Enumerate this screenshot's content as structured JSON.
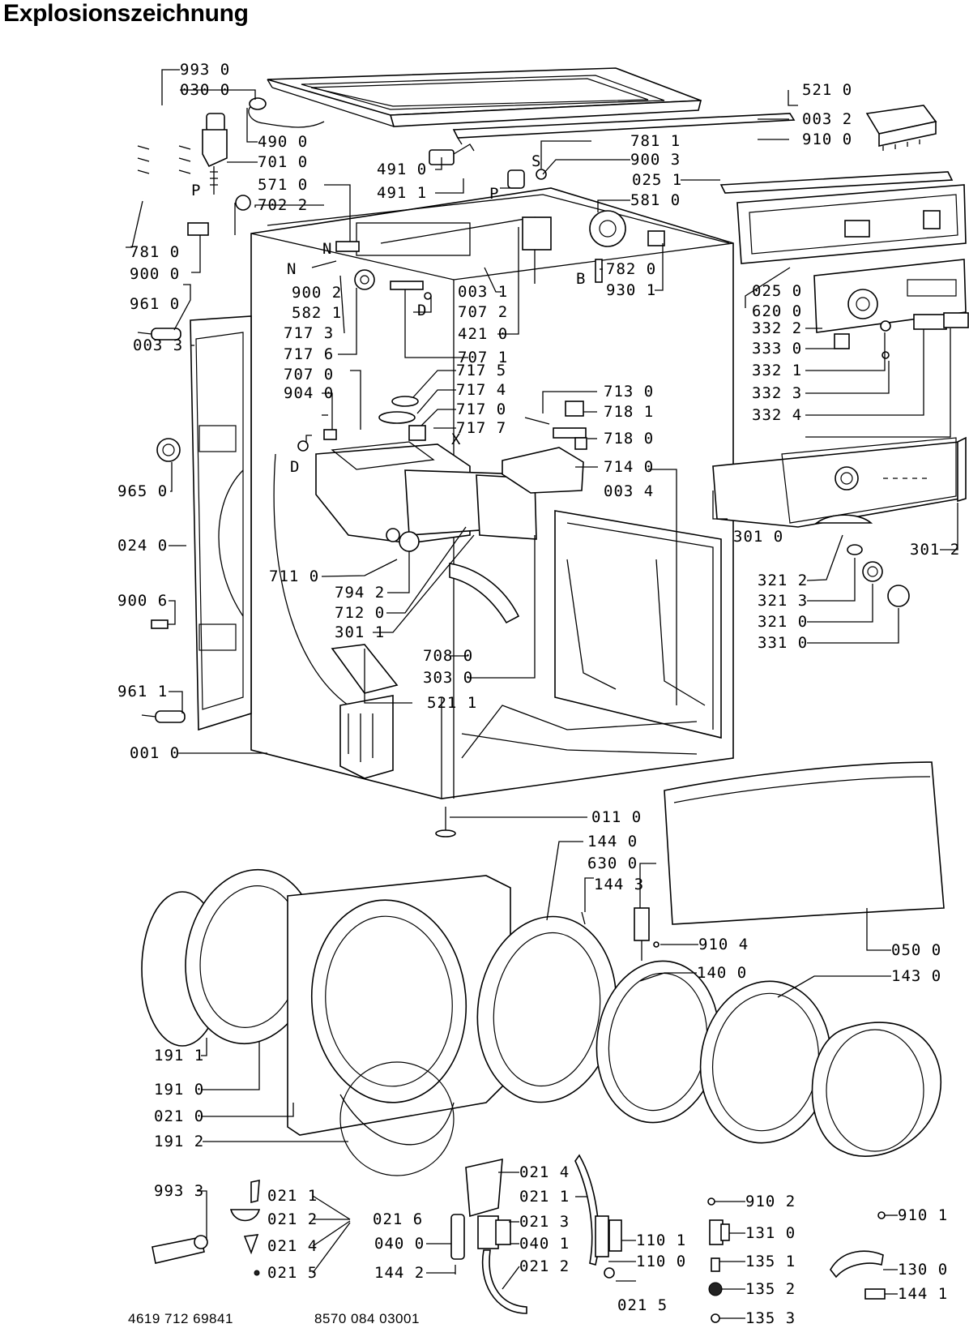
{
  "title": "Explosionszeichnung",
  "letters": {
    "P1": "P",
    "P2": "P",
    "S": "S",
    "N1": "N",
    "N2": "N",
    "D1": "D",
    "D2": "D",
    "B": "B",
    "X": "X"
  },
  "labels": {
    "l993_0": "993 0",
    "l030_0": "030 0",
    "l490_0": "490 0",
    "l701_0": "701 0",
    "l571_0": "571 0",
    "l702_2": "702 2",
    "l781_0": "781 0",
    "l900_0": "900 0",
    "l961_0": "961 0",
    "l003_3": "003 3",
    "l965_0": "965 0",
    "l024_0": "024 0",
    "l900_6": "900 6",
    "l961_1": "961 1",
    "l001_0": "001 0",
    "l491_0": "491 0",
    "l491_1": "491 1",
    "l781_1": "781 1",
    "l900_3": "900 3",
    "l581_0": "581 0",
    "l521_0": "521 0",
    "l003_2": "003 2",
    "l910_0": "910 0",
    "l025_1": "025 1",
    "l025_0": "025 0",
    "l620_0": "620 0",
    "l332_2": "332 2",
    "l333_0": "333 0",
    "l332_1": "332 1",
    "l332_3": "332 3",
    "l332_4": "332 4",
    "l782_0": "782 0",
    "l930_1": "930 1",
    "l003_1": "003 1",
    "l707_2": "707 2",
    "l421_0": "421 0",
    "l707_1": "707 1",
    "l900_2": "900 2",
    "l582_1": "582 1",
    "l717_3": "717 3",
    "l717_6": "717 6",
    "l707_0": "707 0",
    "l904_0": "904 0",
    "l717_5": "717 5",
    "l717_4": "717 4",
    "l717_0": "717 0",
    "l717_7": "717 7",
    "l713_0": "713 0",
    "l718_1": "718 1",
    "l718_0": "718 0",
    "l714_0": "714 0",
    "l003_4": "003 4",
    "l711_0": "711 0",
    "l794_2": "794 2",
    "l712_0": "712 0",
    "l301_1": "301 1",
    "l708_0": "708 0",
    "l303_0": "303 0",
    "l521_1": "521 1",
    "l301_0": "301 0",
    "l301_2": "301 2",
    "l321_2": "321 2",
    "l321_3": "321 3",
    "l321_0": "321 0",
    "l331_0": "331 0",
    "l011_0": "011 0",
    "l144_0": "144 0",
    "l630_0": "630 0",
    "l144_3": "144 3",
    "l910_4": "910 4",
    "l050_0": "050 0",
    "l140_0": "140 0",
    "l143_0": "143 0",
    "l191_1": "191 1",
    "l191_0": "191 0",
    "l021_0": "021 0",
    "l191_2": "191 2",
    "l993_3": "993 3",
    "l021_1a": "021 1",
    "l021_2a": "021 2",
    "l021_4a": "021 4",
    "l021_5a": "021 5",
    "l021_6": "021 6",
    "l021_4b": "021 4",
    "l021_1b": "021 1",
    "l021_3": "021 3",
    "l040_0": "040 0",
    "l040_1": "040 1",
    "l144_2": "144 2",
    "l021_2b": "021 2",
    "l021_5b": "021 5",
    "l110_1": "110 1",
    "l110_0": "110 0",
    "l910_2": "910 2",
    "l131_0": "131 0",
    "l135_1": "135 1",
    "l135_2": "135 2",
    "l135_3": "135 3",
    "l910_1": "910 1",
    "l130_0": "130 0",
    "l144_1": "144 1"
  },
  "footer": {
    "left": "4619 712 69841",
    "right": "8570 084 03001"
  }
}
